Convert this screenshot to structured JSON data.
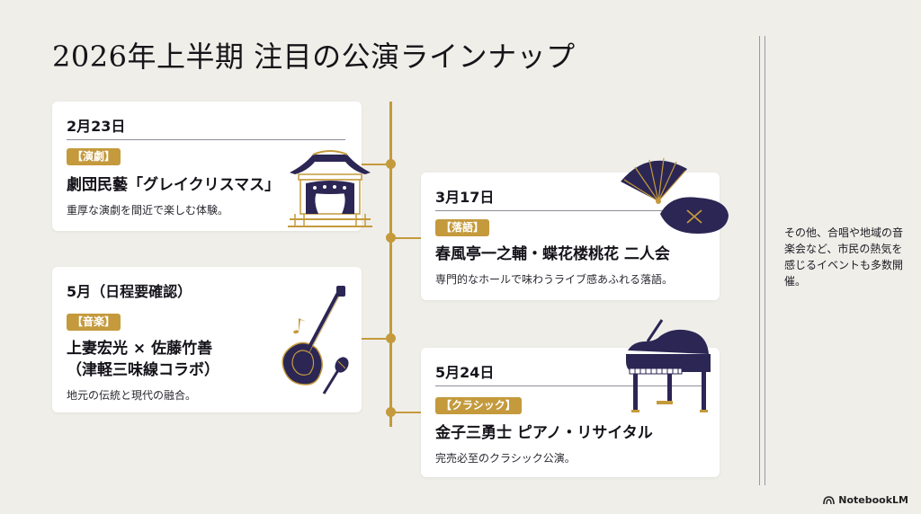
{
  "title": "2026年上半期 注目の公演ラインナップ",
  "events": [
    {
      "date": "2月23日",
      "tag": "【演劇】",
      "name": "劇団民藝「グレイクリスマス」",
      "desc": "重厚な演劇を間近で楽しむ体験。"
    },
    {
      "date": "3月17日",
      "tag": "【落語】",
      "name": "春風亭一之輔・蝶花楼桃花 二人会",
      "desc": "専門的なホールで味わうライブ感あふれる落語。"
    },
    {
      "date": "5月（日程要確認）",
      "tag": "【音楽】",
      "name_lines": [
        "上妻宏光 × 佐藤竹善",
        "（津軽三味線コラボ）"
      ],
      "desc": "地元の伝統と現代の融合。"
    },
    {
      "date": "5月24日",
      "tag": "【クラシック】",
      "name": "金子三勇士 ピアノ・リサイタル",
      "desc": "完売必至のクラシック公演。"
    }
  ],
  "sidenote": "その他、合唱や地域の音楽会など、市民の熱気を感じるイベントも多数開催。",
  "brand": "NotebookLM",
  "colors": {
    "accent": "#c49a3d",
    "navy": "#2b2654",
    "background": "#efeee9"
  }
}
